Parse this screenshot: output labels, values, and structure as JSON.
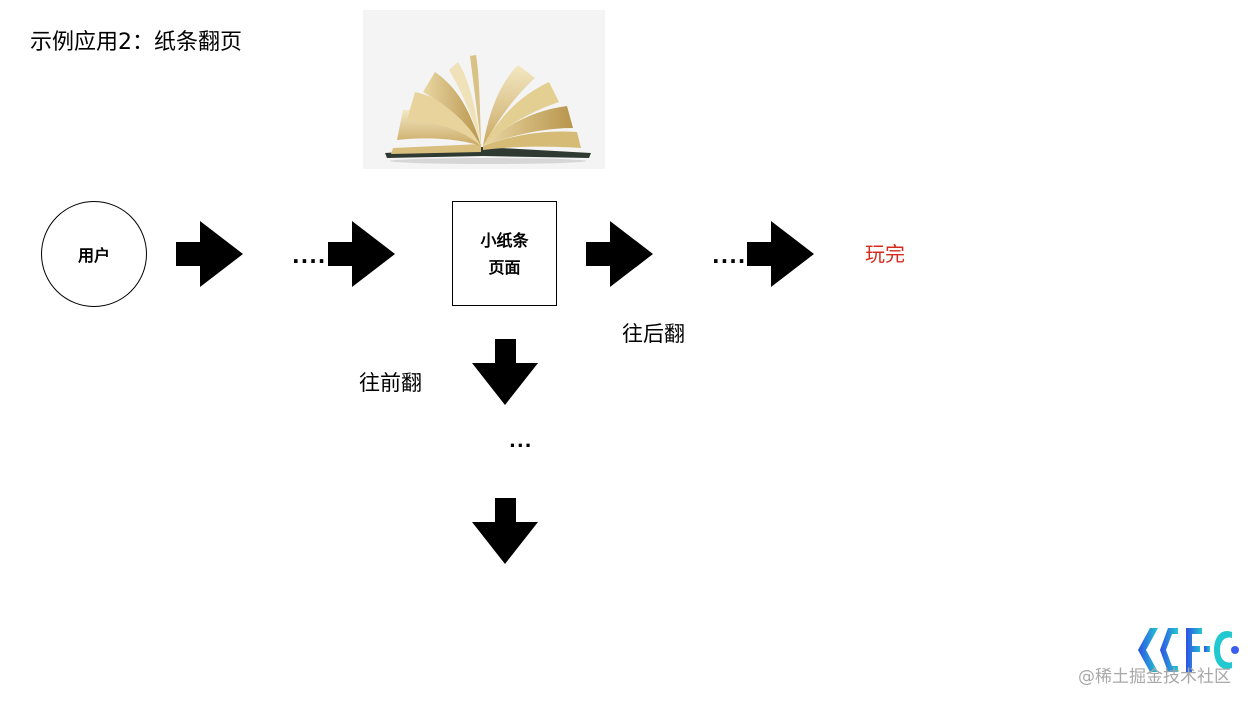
{
  "slide": {
    "title": "示例应用2：纸条翻页"
  },
  "image": {
    "name": "open-book-image",
    "description": "open book with fanning pages"
  },
  "diagram": {
    "nodes": {
      "user": {
        "label": "用户",
        "shape": "circle"
      },
      "page": {
        "label_line1": "小纸条",
        "label_line2": "页面",
        "shape": "rectangle"
      },
      "end": {
        "label": "玩完",
        "color": "#d42b1e"
      }
    },
    "ellipses": {
      "first": "....",
      "second": "....",
      "vertical": "..."
    },
    "edge_labels": {
      "backward": "往后翻",
      "forward": "往前翻"
    },
    "arrows": [
      {
        "id": "arrow-right-1",
        "direction": "right"
      },
      {
        "id": "arrow-right-2",
        "direction": "right"
      },
      {
        "id": "arrow-right-3",
        "direction": "right"
      },
      {
        "id": "arrow-right-4",
        "direction": "right"
      },
      {
        "id": "arrow-down-1",
        "direction": "down"
      },
      {
        "id": "arrow-down-2",
        "direction": "down"
      }
    ]
  },
  "watermark": {
    "text": "@稀土掘金技术社区"
  },
  "colors": {
    "accent_red": "#d42b1e",
    "arrow": "#000000",
    "logo_gradient_start": "#2f4fe6",
    "logo_gradient_end": "#22c8d0"
  }
}
